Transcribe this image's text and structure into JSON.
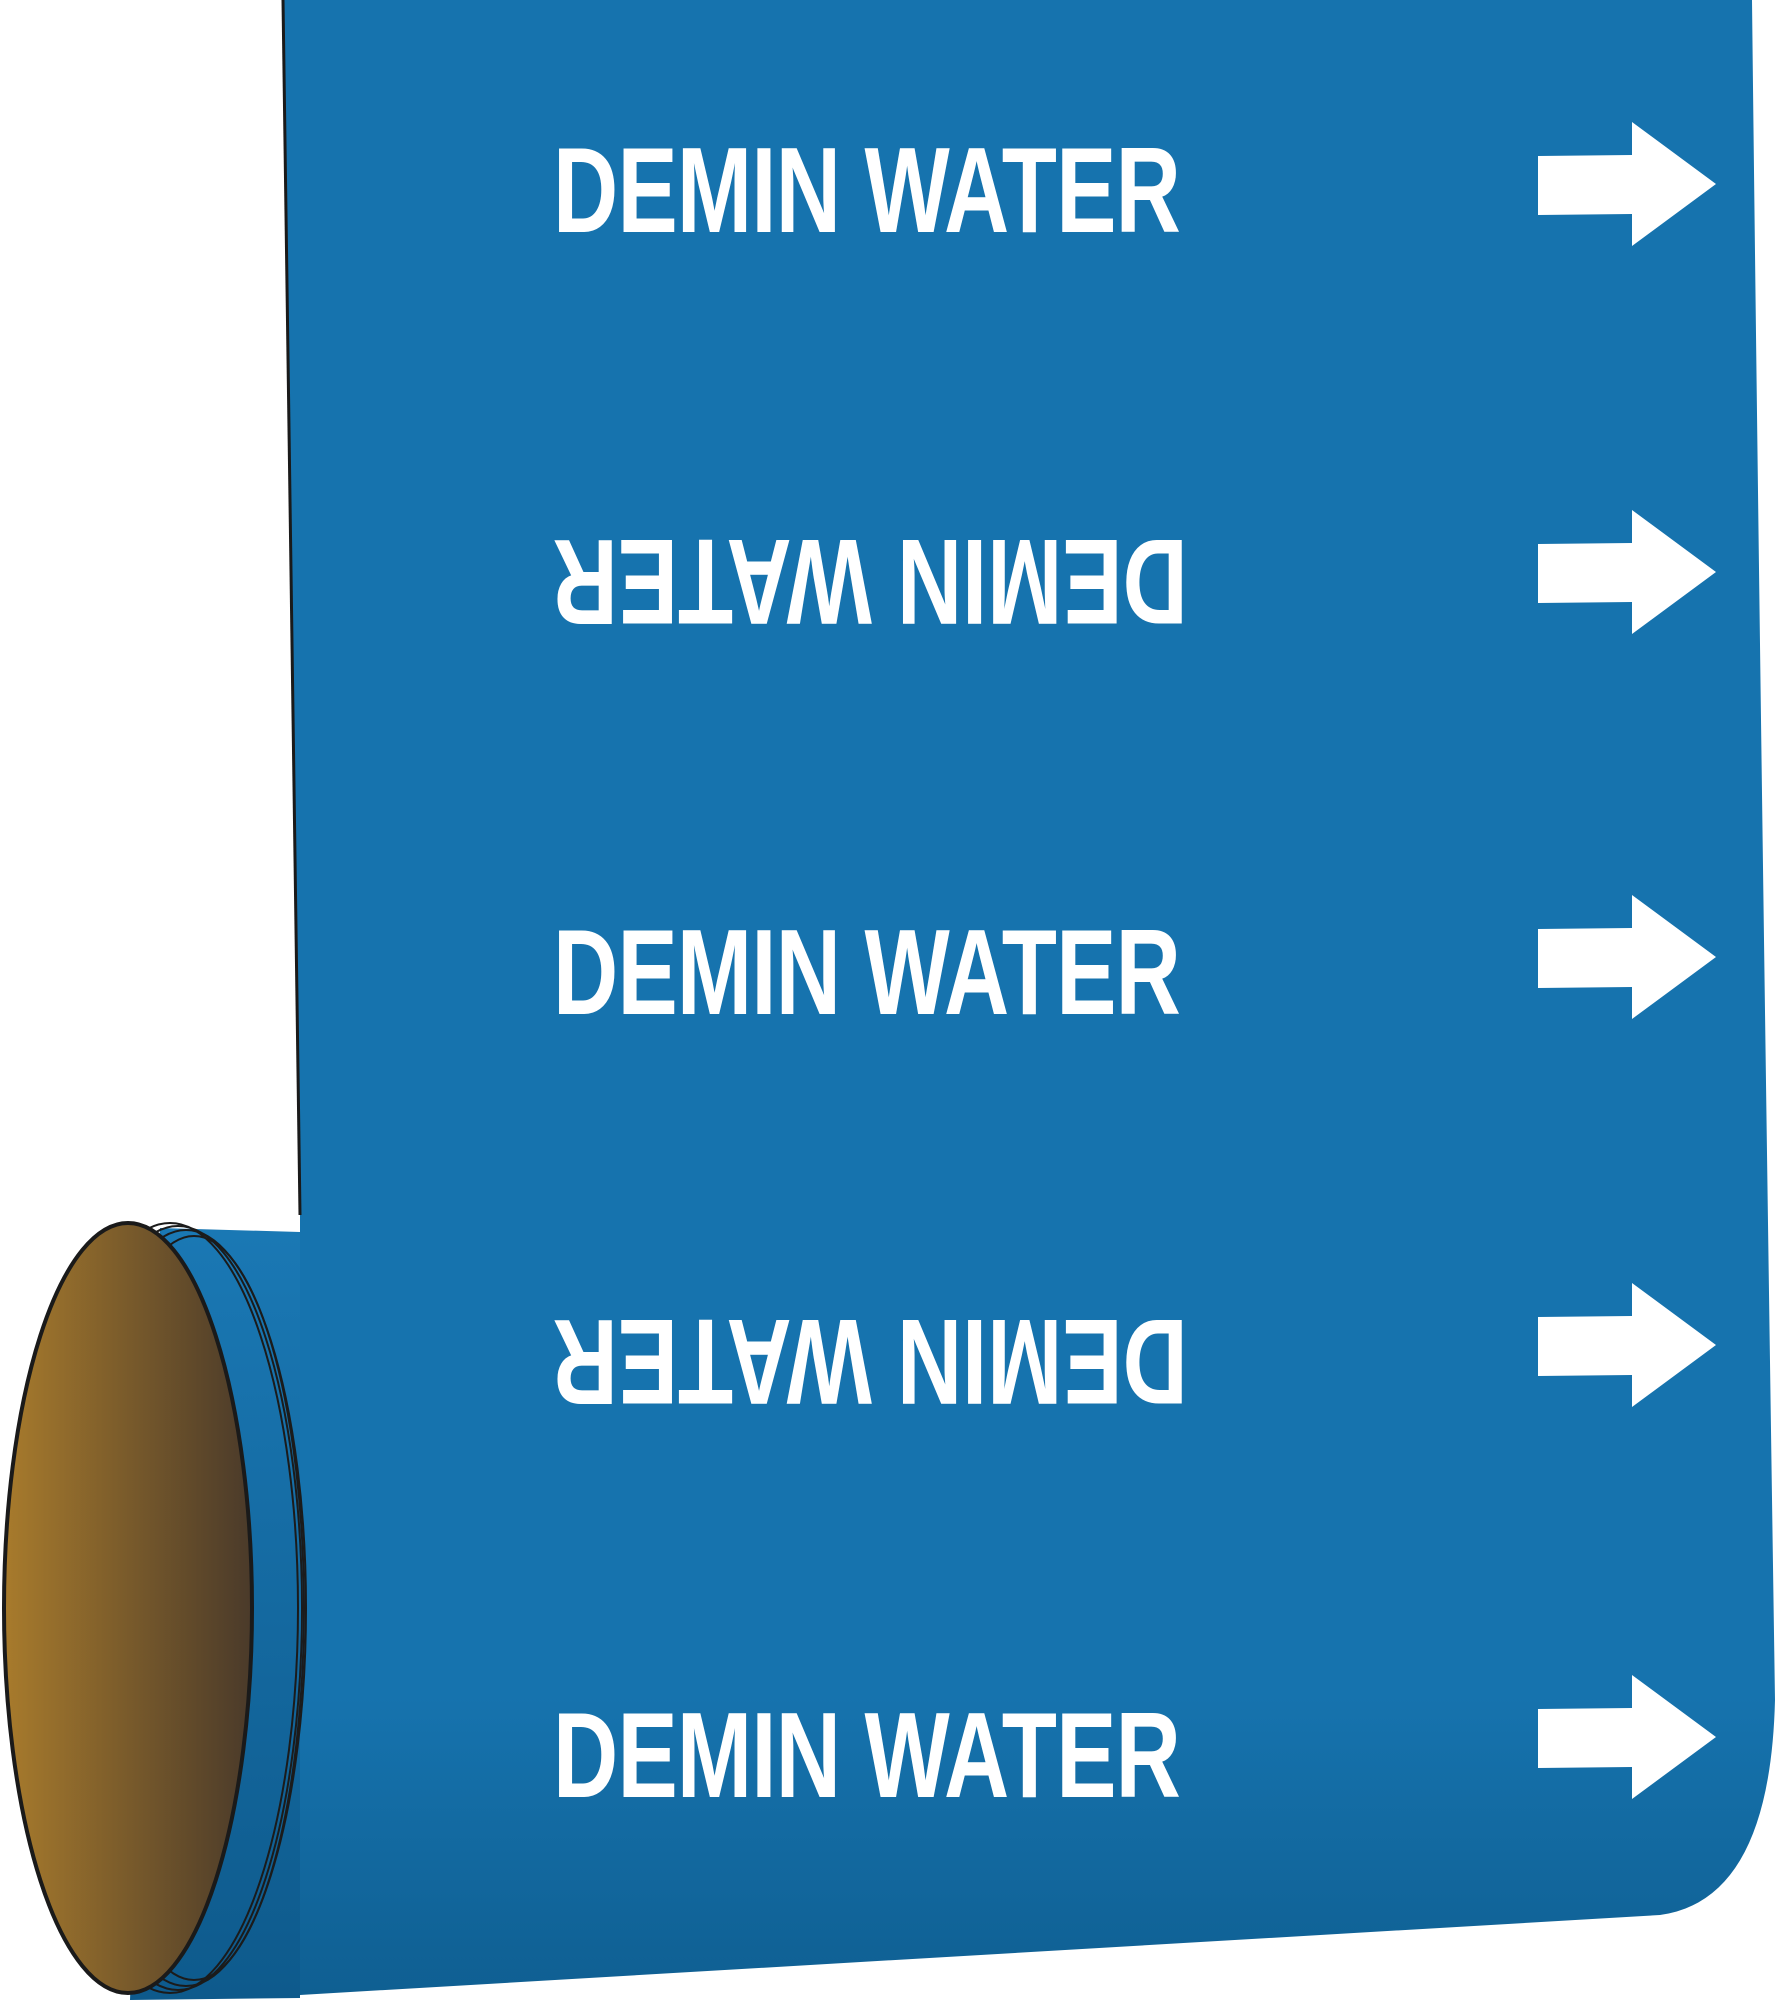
{
  "product": {
    "type": "pipe-marker-roll",
    "background_color": "#1673ae",
    "text_color": "#ffffff",
    "core_color_light": "#a57a2c",
    "core_color_dark": "#4e3b27"
  },
  "rows": [
    {
      "label": "DEMIN WATER",
      "orientation": "upright",
      "arrow": "right"
    },
    {
      "label": "DEMIN WATER",
      "orientation": "upside-down",
      "arrow": "right"
    },
    {
      "label": "DEMIN WATER",
      "orientation": "upright",
      "arrow": "right"
    },
    {
      "label": "DEMIN WATER",
      "orientation": "upside-down",
      "arrow": "right"
    },
    {
      "label": "DEMIN WATER",
      "orientation": "upright",
      "arrow": "right"
    }
  ]
}
